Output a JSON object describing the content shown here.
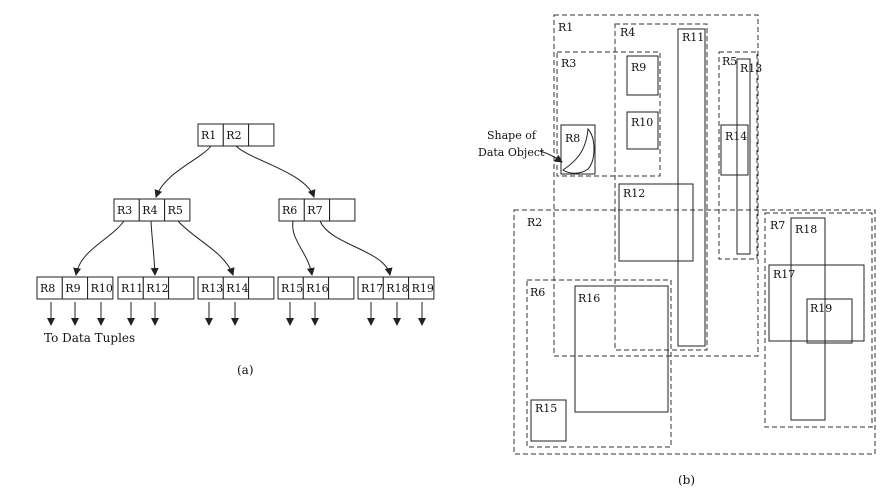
{
  "tree": {
    "nodes": [
      {
        "id": "root",
        "entries": [
          "R1",
          "R2",
          ""
        ]
      },
      {
        "id": "n1",
        "entries": [
          "R3",
          "R4",
          "R5"
        ]
      },
      {
        "id": "n2",
        "entries": [
          "R6",
          "R7",
          ""
        ]
      },
      {
        "id": "l3",
        "entries": [
          "R8",
          "R9",
          "R10"
        ]
      },
      {
        "id": "l4",
        "entries": [
          "R11",
          "R12",
          ""
        ]
      },
      {
        "id": "l5",
        "entries": [
          "R13",
          "R14",
          ""
        ]
      },
      {
        "id": "l6",
        "entries": [
          "R15",
          "R16",
          ""
        ]
      },
      {
        "id": "l7",
        "entries": [
          "R17",
          "R18",
          "R19"
        ]
      }
    ],
    "data_tuples_label": "To Data Tuples",
    "caption": "(a)"
  },
  "spatial": {
    "rects": [
      {
        "id": "R1",
        "label": "R1",
        "style": "dashed"
      },
      {
        "id": "R2",
        "label": "R2",
        "style": "dashed"
      },
      {
        "id": "R3",
        "label": "R3",
        "style": "dashed"
      },
      {
        "id": "R4",
        "label": "R4",
        "style": "dashed"
      },
      {
        "id": "R5",
        "label": "R5",
        "style": "dashed"
      },
      {
        "id": "R6",
        "label": "R6",
        "style": "dashed"
      },
      {
        "id": "R7",
        "label": "R7",
        "style": "dashed"
      },
      {
        "id": "R8",
        "label": "R8",
        "style": "solid"
      },
      {
        "id": "R9",
        "label": "R9",
        "style": "solid"
      },
      {
        "id": "R10",
        "label": "R10",
        "style": "solid"
      },
      {
        "id": "R11",
        "label": "R11",
        "style": "solid"
      },
      {
        "id": "R12",
        "label": "R12",
        "style": "solid"
      },
      {
        "id": "R13",
        "label": "R13",
        "style": "solid"
      },
      {
        "id": "R14",
        "label": "R14",
        "style": "solid"
      },
      {
        "id": "R15",
        "label": "R15",
        "style": "solid"
      },
      {
        "id": "R16",
        "label": "R16",
        "style": "solid"
      },
      {
        "id": "R17",
        "label": "R17",
        "style": "solid"
      },
      {
        "id": "R18",
        "label": "R18",
        "style": "solid"
      },
      {
        "id": "R19",
        "label": "R19",
        "style": "solid"
      }
    ],
    "shape_label_line1": "Shape of",
    "shape_label_line2": "Data Object",
    "caption": "(b)"
  }
}
